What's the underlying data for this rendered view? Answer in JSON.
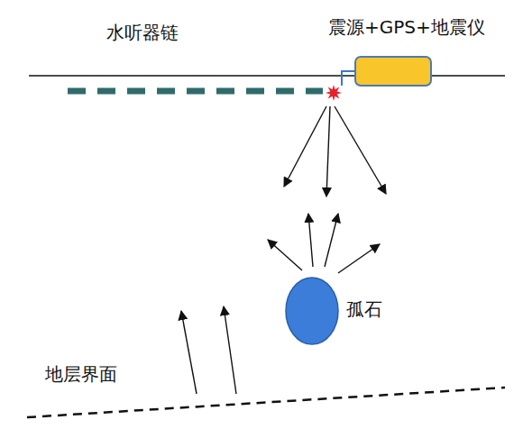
{
  "diagram": {
    "nodes": [
      {
        "text": [
          "震源+GPS+地震仪"
        ]
      },
      {
        "text": [
          "孤石"
        ]
      }
    ],
    "labels": [
      "水听器链",
      "地层界面"
    ]
  }
}
